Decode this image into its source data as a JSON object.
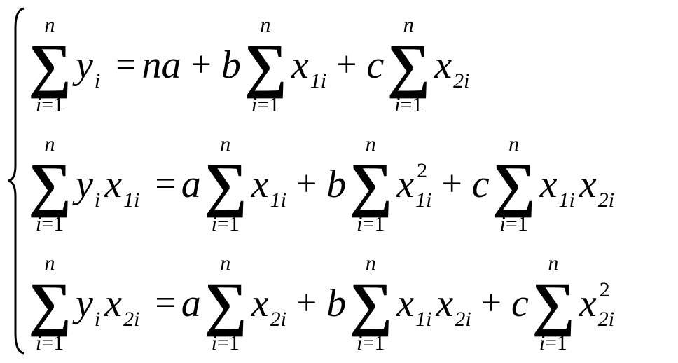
{
  "system": {
    "equations": [
      {
        "lhs": {
          "sum": {
            "upper": "n",
            "lower_var": "i",
            "lower_eq": "=1"
          },
          "factors": [
            {
              "base": "y",
              "sub": "i"
            }
          ]
        },
        "equals": "=",
        "terms": [
          {
            "sign": "",
            "coef": "na",
            "sum": null,
            "factors": []
          },
          {
            "sign": "+",
            "coef": "b",
            "sum": {
              "upper": "n",
              "lower_var": "i",
              "lower_eq": "=1"
            },
            "factors": [
              {
                "base": "x",
                "sub": "1i"
              }
            ]
          },
          {
            "sign": "+",
            "coef": "c",
            "sum": {
              "upper": "n",
              "lower_var": "i",
              "lower_eq": "=1"
            },
            "factors": [
              {
                "base": "x",
                "sub": "2i"
              }
            ]
          }
        ]
      },
      {
        "lhs": {
          "sum": {
            "upper": "n",
            "lower_var": "i",
            "lower_eq": "=1"
          },
          "factors": [
            {
              "base": "y",
              "sub": "i"
            },
            {
              "base": "x",
              "sub": "1i"
            }
          ]
        },
        "equals": "=",
        "terms": [
          {
            "sign": "",
            "coef": "a",
            "sum": {
              "upper": "n",
              "lower_var": "i",
              "lower_eq": "=1"
            },
            "factors": [
              {
                "base": "x",
                "sub": "1i"
              }
            ]
          },
          {
            "sign": "+",
            "coef": "b",
            "sum": {
              "upper": "n",
              "lower_var": "i",
              "lower_eq": "=1"
            },
            "factors": [
              {
                "base": "x",
                "sub": "1i",
                "sup": "2"
              }
            ]
          },
          {
            "sign": "+",
            "coef": "c",
            "sum": {
              "upper": "n",
              "lower_var": "i",
              "lower_eq": "=1"
            },
            "factors": [
              {
                "base": "x",
                "sub": "1i"
              },
              {
                "base": "x",
                "sub": "2i"
              }
            ]
          }
        ]
      },
      {
        "lhs": {
          "sum": {
            "upper": "n",
            "lower_var": "i",
            "lower_eq": "=1"
          },
          "factors": [
            {
              "base": "y",
              "sub": "i"
            },
            {
              "base": "x",
              "sub": "2i"
            }
          ]
        },
        "equals": "=",
        "terms": [
          {
            "sign": "",
            "coef": "a",
            "sum": {
              "upper": "n",
              "lower_var": "i",
              "lower_eq": "=1"
            },
            "factors": [
              {
                "base": "x",
                "sub": "2i"
              }
            ]
          },
          {
            "sign": "+",
            "coef": "b",
            "sum": {
              "upper": "n",
              "lower_var": "i",
              "lower_eq": "=1"
            },
            "factors": [
              {
                "base": "x",
                "sub": "1i"
              },
              {
                "base": "x",
                "sub": "2i"
              }
            ]
          },
          {
            "sign": "+",
            "coef": "c",
            "sum": {
              "upper": "n",
              "lower_var": "i",
              "lower_eq": "=1"
            },
            "factors": [
              {
                "base": "x",
                "sub": "2i",
                "sup": "2"
              }
            ]
          }
        ]
      }
    ],
    "sum_symbol": "∑"
  }
}
